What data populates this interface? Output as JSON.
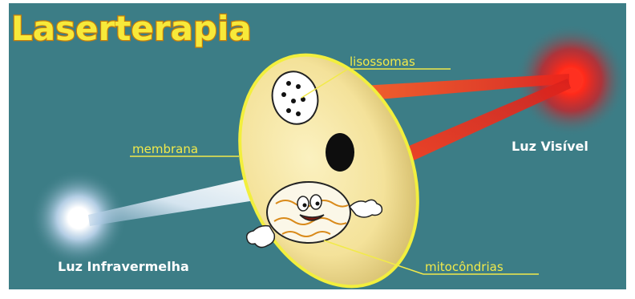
{
  "title": "Laserterapia",
  "labels": {
    "lysosomes": "lisossomas",
    "membrane": "membrana",
    "mitochondria": "mitocôndrias",
    "visible_light": "Luz Visível",
    "infrared_light": "Luz Infravermelha"
  },
  "colors": {
    "background": "#3c7d86",
    "title_fill": "#f7e93a",
    "title_outline": "#c47d0c",
    "cell_fill": "#f7e9a0",
    "cell_border": "#f2ef3e",
    "label_yellow": "#f2ea4a",
    "visible_light": "#ff2a1a",
    "infrared_light": "#e8f3ff"
  }
}
